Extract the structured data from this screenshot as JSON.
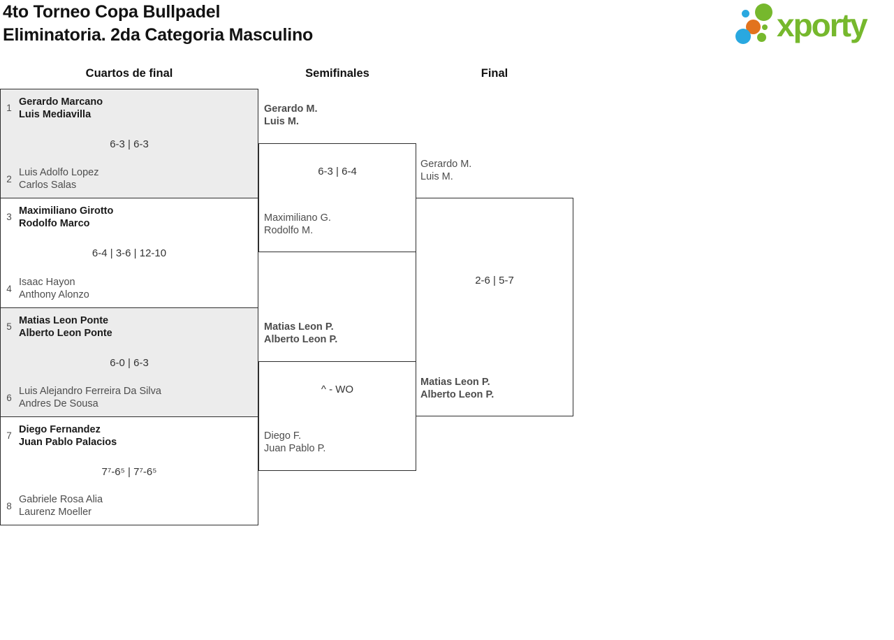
{
  "header": {
    "title_line1": "4to Torneo Copa Bullpadel",
    "title_line2": "Eliminatoria. 2da Categoria Masculino",
    "logo_text": "xporty"
  },
  "rounds": {
    "quarterfinals_label": "Cuartos de final",
    "semifinals_label": "Semifinales",
    "final_label": "Final"
  },
  "colors": {
    "accent_green": "#76b82d",
    "accent_blue": "#29a8e0",
    "accent_orange": "#e2731e",
    "box_shade": "#ececec",
    "border": "#2e2e2e"
  },
  "quarterfinals": [
    {
      "seed_top": "1",
      "team_top": [
        "Gerardo Marcano",
        "Luis Mediavilla"
      ],
      "top_winner": true,
      "score": "6-3 | 6-3",
      "seed_bottom": "2",
      "team_bottom": [
        "Luis Adolfo Lopez",
        "Carlos Salas"
      ],
      "bottom_winner": false
    },
    {
      "seed_top": "3",
      "team_top": [
        "Maximiliano Girotto",
        "Rodolfo Marco"
      ],
      "top_winner": true,
      "score": "6-4 | 3-6 | 12-10",
      "seed_bottom": "4",
      "team_bottom": [
        "Isaac Hayon",
        "Anthony Alonzo"
      ],
      "bottom_winner": false
    },
    {
      "seed_top": "5",
      "team_top": [
        "Matias Leon Ponte",
        "Alberto Leon Ponte"
      ],
      "top_winner": true,
      "score": "6-0 | 6-3",
      "seed_bottom": "6",
      "team_bottom": [
        "Luis Alejandro Ferreira Da Silva",
        "Andres De Sousa"
      ],
      "bottom_winner": false
    },
    {
      "seed_top": "7",
      "team_top": [
        "Diego Fernandez",
        "Juan Pablo Palacios"
      ],
      "top_winner": true,
      "score": "7⁷-6⁵ | 7⁷-6⁵",
      "seed_bottom": "8",
      "team_bottom": [
        "Gabriele Rosa Alia",
        "Laurenz Moeller"
      ],
      "bottom_winner": false
    }
  ],
  "semifinals": [
    {
      "team_top": [
        "Gerardo M.",
        "Luis M."
      ],
      "top_winner": true,
      "score": "6-3 | 6-4",
      "team_bottom": [
        "Maximiliano G.",
        "Rodolfo M."
      ],
      "bottom_winner": false
    },
    {
      "team_top": [
        "Matias Leon P.",
        "Alberto Leon P."
      ],
      "top_winner": true,
      "score": "^ - WO",
      "team_bottom": [
        "Diego F.",
        "Juan Pablo P."
      ],
      "bottom_winner": false
    }
  ],
  "final": {
    "team_top": [
      "Gerardo M.",
      "Luis M."
    ],
    "top_winner": false,
    "score": "2-6 | 5-7",
    "team_bottom": [
      "Matias Leon P.",
      "Alberto Leon P."
    ],
    "bottom_winner": true
  }
}
